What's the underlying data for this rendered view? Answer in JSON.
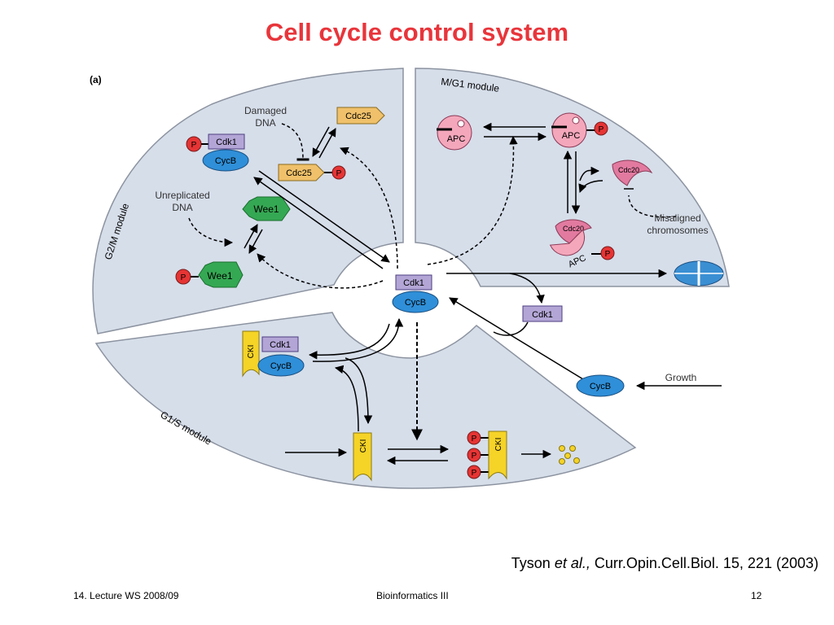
{
  "slide": {
    "title": "Cell cycle control system"
  },
  "diagram": {
    "panel_label": "(a)",
    "modules": {
      "g2m": "G2/M module",
      "mg1": "M/G1 module",
      "g1s": "G1/S module"
    },
    "labels": {
      "damaged_dna_1": "Damaged",
      "damaged_dna_2": "DNA",
      "unreplicated_1": "Unreplicated",
      "unreplicated_2": "DNA",
      "misaligned_1": "Misaligned",
      "misaligned_2": "chromosomes",
      "growth": "Growth"
    },
    "molecules": {
      "cdk1": "Cdk1",
      "cycb": "CycB",
      "cdc25": "Cdc25",
      "wee1": "Wee1",
      "apc": "APC",
      "cdc20": "Cdc20",
      "cki": "CKI",
      "p": "P"
    },
    "colors": {
      "module_fill": "#d6deea",
      "cdk1": "#b3a6d6",
      "cycb": "#2f8fd8",
      "cdc25": "#f0c16a",
      "wee1": "#35a853",
      "apc": "#f4a7bb",
      "cdc20": "#e27aa0",
      "cki": "#f5d327",
      "phosphate": "#e63434"
    }
  },
  "citation": {
    "authors": "Tyson ",
    "etal": "et al.,",
    "ref": " Curr.Opin.Cell.Biol. 15, 221 (2003)"
  },
  "footer": {
    "left": "14. Lecture WS 2008/09",
    "center": "Bioinformatics III",
    "page": "12"
  }
}
